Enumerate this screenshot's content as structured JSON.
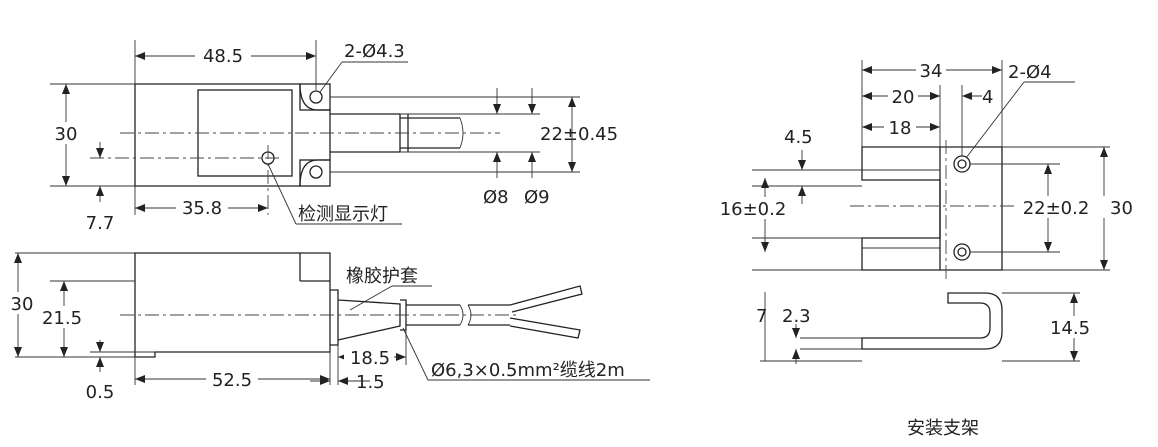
{
  "top_view": {
    "width": "48.5",
    "holes": "2-Ø4.3",
    "height": "30",
    "hole_pitch": "22±0.45",
    "cable_d1": "Ø8",
    "cable_d2": "Ø9",
    "led_x": "35.8",
    "led_y": "7.7",
    "led_label": "检测显示灯"
  },
  "side_view": {
    "height": "30",
    "mid_height": "21.5",
    "base": "0.5",
    "length": "52.5",
    "boot_len": "18.5",
    "boot_step": "1.5",
    "boot_label": "橡胶护套",
    "cable_spec": "Ø6,3×0.5mm²缆线2m"
  },
  "bracket": {
    "width": "34",
    "inner": "20",
    "gap": "4",
    "slot_len": "18",
    "holes": "2-Ø4",
    "slot_w": "4.5",
    "slot_pitch": "16±0.2",
    "hole_pitch": "22±0.2",
    "height": "30",
    "base_off": "7",
    "thickness": "2.3",
    "hook": "14.5",
    "caption": "安装支架"
  }
}
